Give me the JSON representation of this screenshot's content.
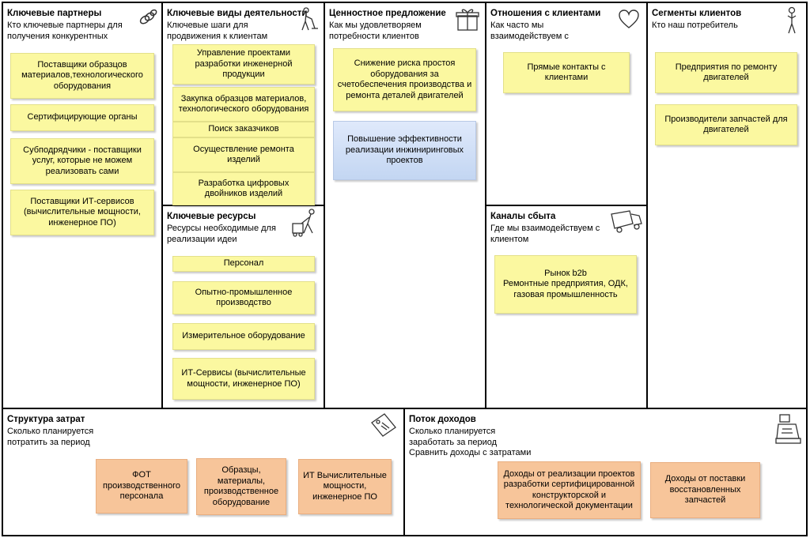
{
  "blocks": {
    "partners": {
      "title": "Ключевые партнеры",
      "subtitle": "Кто ключевые партнеры для\nполучения конкурентных",
      "icon": "chain-link-icon",
      "notes": [
        "Поставщики образцов материалов,технологического оборудования",
        "Сертифицирующие органы",
        "Субподрядчики - поставщики услуг, которые не можем реализовать сами",
        "Поставщики ИТ-сервисов (вычислительные мощности, инженерное ПО)"
      ]
    },
    "activities": {
      "title": "Ключевые виды деятельности",
      "subtitle": "Ключевые шаги для\nпродвижения к клиентам",
      "icon": "worker-cleaning-icon",
      "notes": [
        "Управление проектами разработки инженерной продукции",
        "Закупка образцов материалов, технологического оборудования",
        "Поиск заказчиков",
        "Осуществление ремонта изделий",
        "Разработка цифровых двойников изделий"
      ]
    },
    "resources": {
      "title": "Ключевые ресурсы",
      "subtitle": "Ресурсы необходимые для\nреализации идеи",
      "icon": "worker-pushing-icon",
      "notes": [
        "Персонал",
        "Опытно-промышленное производство",
        "Измерительное оборудование",
        "ИТ-Сервисы (вычислительные мощности, инженерное ПО)"
      ]
    },
    "value": {
      "title": "Ценностное предложение",
      "subtitle": "Как мы удовлетворяем\nпотребности клиентов",
      "icon": "gift-box-icon",
      "notes": [
        "Снижение риска простоя оборудования за счетобеспечения производства и ремонта деталей двигателей",
        "Повышение эффективности реализации инжиниринговых проектов"
      ]
    },
    "relationships": {
      "title": "Отношения с клиентами",
      "subtitle": "Как часто мы\nвзаимодействуем с",
      "icon": "heart-icon",
      "notes": [
        "Прямые контакты с клиентами"
      ]
    },
    "channels": {
      "title": "Каналы сбыта",
      "subtitle": "Где мы взаимодействуем с\nклиентом",
      "icon": "delivery-truck-icon",
      "notes": [
        "Рынок b2b\nРемонтные предприятия, ОДК, газовая промышленность"
      ]
    },
    "segments": {
      "title": "Сегменты клиентов",
      "subtitle": "Кто наш потребитель",
      "icon": "person-icon",
      "notes": [
        "Предприятия по ремонту двигателей",
        "Производители запчастей для двигателей"
      ]
    },
    "costs": {
      "title": "Структура затрат",
      "subtitle": "Сколько планируется\nпотратить за период",
      "icon": "price-tag-icon",
      "notes": [
        "ФОТ производственного персонала",
        "Образцы, материалы, производственное оборудование",
        "ИТ Вычислительные мощности, инженерное ПО"
      ]
    },
    "revenue": {
      "title": "Поток доходов",
      "subtitle": "Сколько планируется\nзаработать за период\nСравнить доходы с затратами",
      "icon": "cash-register-icon",
      "notes": [
        "Доходы от реализации проектов разработки сертифицированной конструкторской и технологической документации",
        "Доходы от поставки восстановленных запчастей"
      ]
    }
  }
}
